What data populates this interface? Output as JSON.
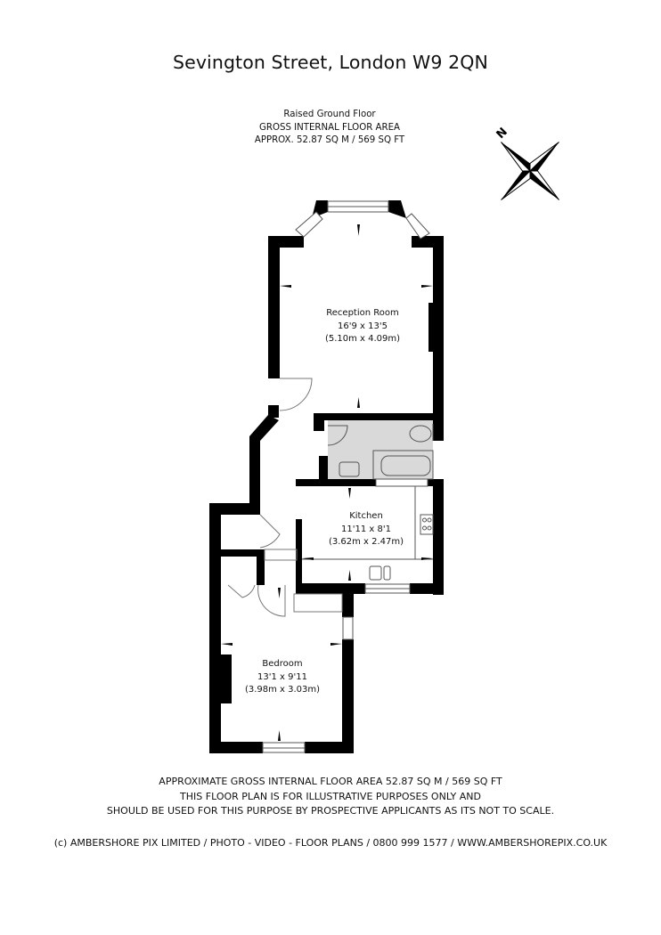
{
  "header": {
    "title": "Sevington Street, London W9 2QN"
  },
  "floor_info": {
    "floor_name": "Raised Ground Floor",
    "area_heading": "GROSS INTERNAL FLOOR AREA",
    "area_value": "APPROX. 52.87 SQ M / 569 SQ FT"
  },
  "compass": {
    "icon": "north-arrow-icon",
    "label": "N"
  },
  "rooms": [
    {
      "name": "Reception Room",
      "imperial": "16'9 x 13'5",
      "metric": "(5.10m x 4.09m)"
    },
    {
      "name": "Kitchen",
      "imperial": "11'11 x 8'1",
      "metric": "(3.62m x 2.47m)"
    },
    {
      "name": "Bedroom",
      "imperial": "13'1 x 9'11",
      "metric": "(3.98m x 3.03m)"
    }
  ],
  "fixtures": {
    "bathroom_fill": "#d9d9d9",
    "wall_color": "#000000",
    "items": [
      "toilet-icon",
      "bath-icon",
      "basin-icon",
      "hob-icon",
      "sink-icon"
    ]
  },
  "footer": {
    "notes": [
      "APPROXIMATE GROSS INTERNAL FLOOR AREA 52.87 SQ M / 569 SQ FT",
      "THIS FLOOR PLAN IS FOR ILLUSTRATIVE PURPOSES ONLY AND",
      "SHOULD BE USED FOR THIS PURPOSE BY PROSPECTIVE APPLICANTS AS ITS NOT TO SCALE."
    ],
    "credit": "(c) AMBERSHORE PIX LIMITED / PHOTO - VIDEO - FLOOR PLANS / 0800 999 1577 / WWW.AMBERSHOREPIX.CO.UK"
  }
}
